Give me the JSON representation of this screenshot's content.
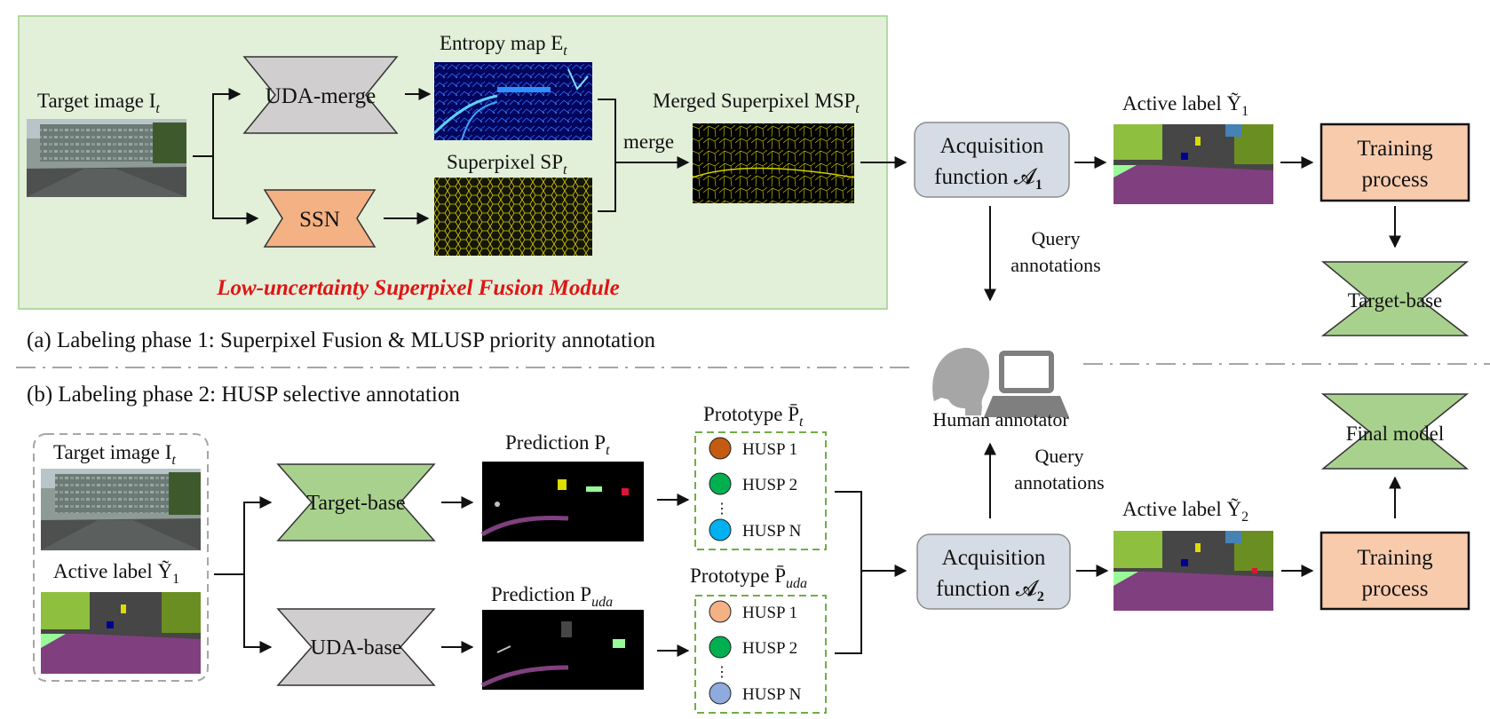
{
  "colors": {
    "module_bg": "#e2efd9",
    "module_border": "#9ed08a",
    "uda_gray": "#d0cece",
    "ssn_orange": "#f4b183",
    "target_green": "#a9d18e",
    "acq_bg": "#d6dce5",
    "training_bg": "#f8cbad",
    "module_title_red": "#e01414",
    "dash_green": "#70ad47",
    "dash_gray": "#a6a6a6"
  },
  "phase1": {
    "target_image_label": "Target image I",
    "target_image_sub": "t",
    "uda_merge": "UDA-merge",
    "ssn": "SSN",
    "entropy_label": "Entropy map E",
    "entropy_sub": "t",
    "superpixel_label": "Superpixel SP",
    "superpixel_sub": "t",
    "merge_label": "merge",
    "merged_label": "Merged Superpixel MSP",
    "merged_sub": "t",
    "module_title": "Low-uncertainty Superpixel Fusion Module",
    "acq_line1": "Acquisition",
    "acq_line2": "function 𝓐",
    "acq_sub": "1",
    "active_label": "Active label Ỹ",
    "active_sub": "1",
    "training_line1": "Training",
    "training_line2": "process",
    "target_base": "Target-base",
    "query_line1": "Query",
    "query_line2": "annotations",
    "caption": "(a) Labeling phase 1: Superpixel Fusion & MLUSP priority annotation"
  },
  "annotator": {
    "label": "Human annotator",
    "head_icon": "person-head-icon",
    "laptop_icon": "laptop-icon"
  },
  "phase2": {
    "caption": "(b) Labeling phase 2: HUSP selective annotation",
    "target_image_label": "Target image I",
    "target_image_sub": "t",
    "active_label": "Active label Ỹ",
    "active_sub": "1",
    "target_base": "Target-base",
    "uda_base": "UDA-base",
    "prediction_t_label": "Prediction P",
    "prediction_t_sub": "t",
    "prediction_uda_label": "Prediction P",
    "prediction_uda_sub": "uda",
    "prototype_t_label": "Prototype P̄",
    "prototype_t_sub": "t",
    "prototype_uda_label": "Prototype P̄",
    "prototype_uda_sub": "uda",
    "husp_t": [
      {
        "label": "HUSP 1",
        "color": "#c55a11"
      },
      {
        "label": "HUSP 2",
        "color": "#00b050"
      },
      {
        "label": "HUSP N",
        "color": "#00b0f0"
      }
    ],
    "husp_uda": [
      {
        "label": "HUSP 1",
        "color": "#f4b183"
      },
      {
        "label": "HUSP 2",
        "color": "#00b050"
      },
      {
        "label": "HUSP N",
        "color": "#8faadc"
      }
    ],
    "ellipsis": "⋮",
    "acq_line1": "Acquisition",
    "acq_line2": "function 𝓐",
    "acq_sub": "2",
    "active_label2": "Active label  Ỹ",
    "active_sub2": "2",
    "training_line1": "Training",
    "training_line2": "process",
    "final_model": "Final model",
    "query_line1": "Query",
    "query_line2": "annotations"
  }
}
